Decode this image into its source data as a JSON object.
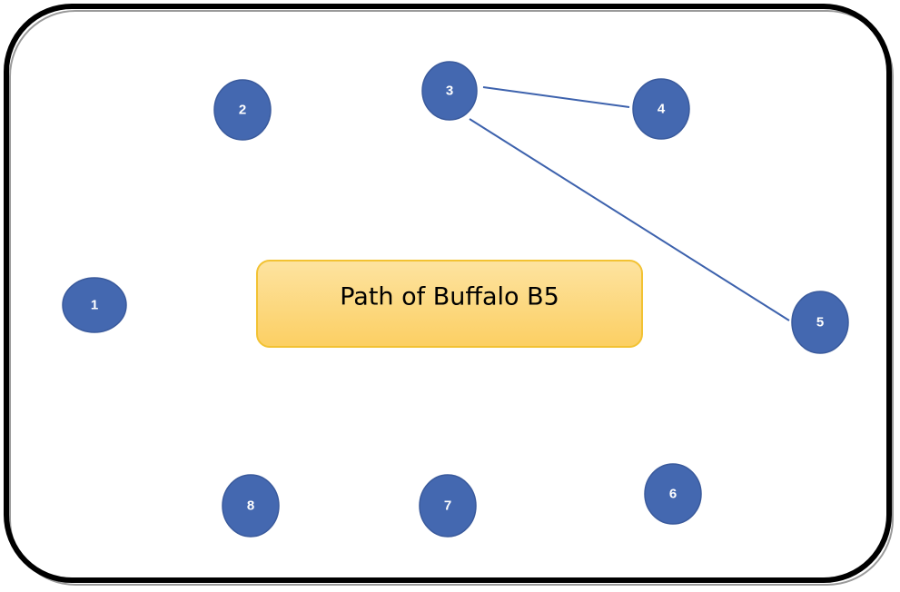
{
  "title": "Path of Buffalo B5",
  "nodes": [
    {
      "id": "1",
      "label": "1"
    },
    {
      "id": "2",
      "label": "2"
    },
    {
      "id": "3",
      "label": "3"
    },
    {
      "id": "4",
      "label": "4"
    },
    {
      "id": "5",
      "label": "5"
    },
    {
      "id": "6",
      "label": "6"
    },
    {
      "id": "7",
      "label": "7"
    },
    {
      "id": "8",
      "label": "8"
    }
  ],
  "edges": [
    {
      "from": "3",
      "to": "4"
    },
    {
      "from": "3",
      "to": "5"
    }
  ],
  "colors": {
    "node_fill": "#4468b0",
    "edge": "#3d62ad",
    "title_box_fill": "#fddc8a",
    "title_box_border": "#f2c233",
    "frame": "#000000"
  }
}
